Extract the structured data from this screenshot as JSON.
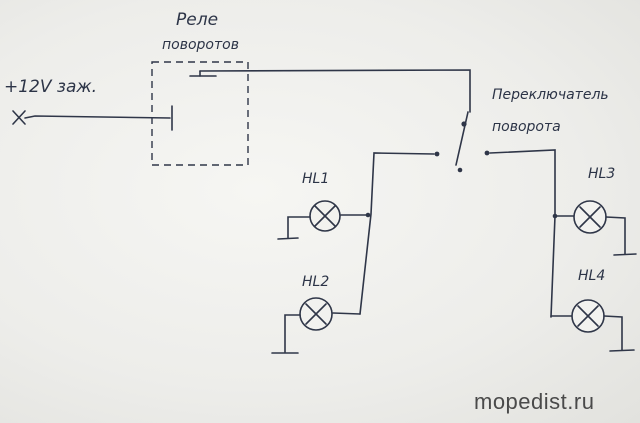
{
  "labels": {
    "relay_line1": "Реле",
    "relay_line2": "поворотов",
    "supply": "+12V заж.",
    "switch_line1": "Переключатель",
    "switch_line2": "поворота",
    "hl1": "HL1",
    "hl2": "HL2",
    "hl3": "HL3",
    "hl4": "HL4"
  },
  "watermark": "mopedist.ru",
  "colors": {
    "ink": "#2f3648",
    "paper": "#eeeeeb",
    "watermark": "#4a4a4a"
  }
}
